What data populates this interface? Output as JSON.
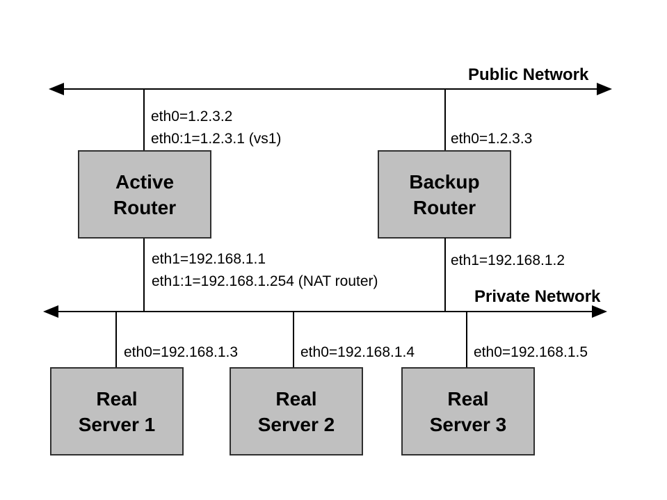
{
  "networks": {
    "public": {
      "label": "Public Network"
    },
    "private": {
      "label": "Private Network"
    }
  },
  "routers": {
    "active": {
      "name_line1": "Active",
      "name_line2": "Router",
      "public_if_line1": "eth0=1.2.3.2",
      "public_if_line2": "eth0:1=1.2.3.1 (vs1)",
      "private_if_line1": "eth1=192.168.1.1",
      "private_if_line2": "eth1:1=192.168.1.254 (NAT router)"
    },
    "backup": {
      "name_line1": "Backup",
      "name_line2": "Router",
      "public_if": "eth0=1.2.3.3",
      "private_if": "eth1=192.168.1.2"
    }
  },
  "servers": [
    {
      "name_line1": "Real",
      "name_line2": "Server 1",
      "if_label": "eth0=192.168.1.3"
    },
    {
      "name_line1": "Real",
      "name_line2": "Server 2",
      "if_label": "eth0=192.168.1.4"
    },
    {
      "name_line1": "Real",
      "name_line2": "Server 3",
      "if_label": "eth0=192.168.1.5"
    }
  ],
  "colors": {
    "background": "#ffffff",
    "box_fill": "#c0c0c0",
    "box_border": "#2f2f2f",
    "line": "#000000",
    "text": "#000000"
  }
}
